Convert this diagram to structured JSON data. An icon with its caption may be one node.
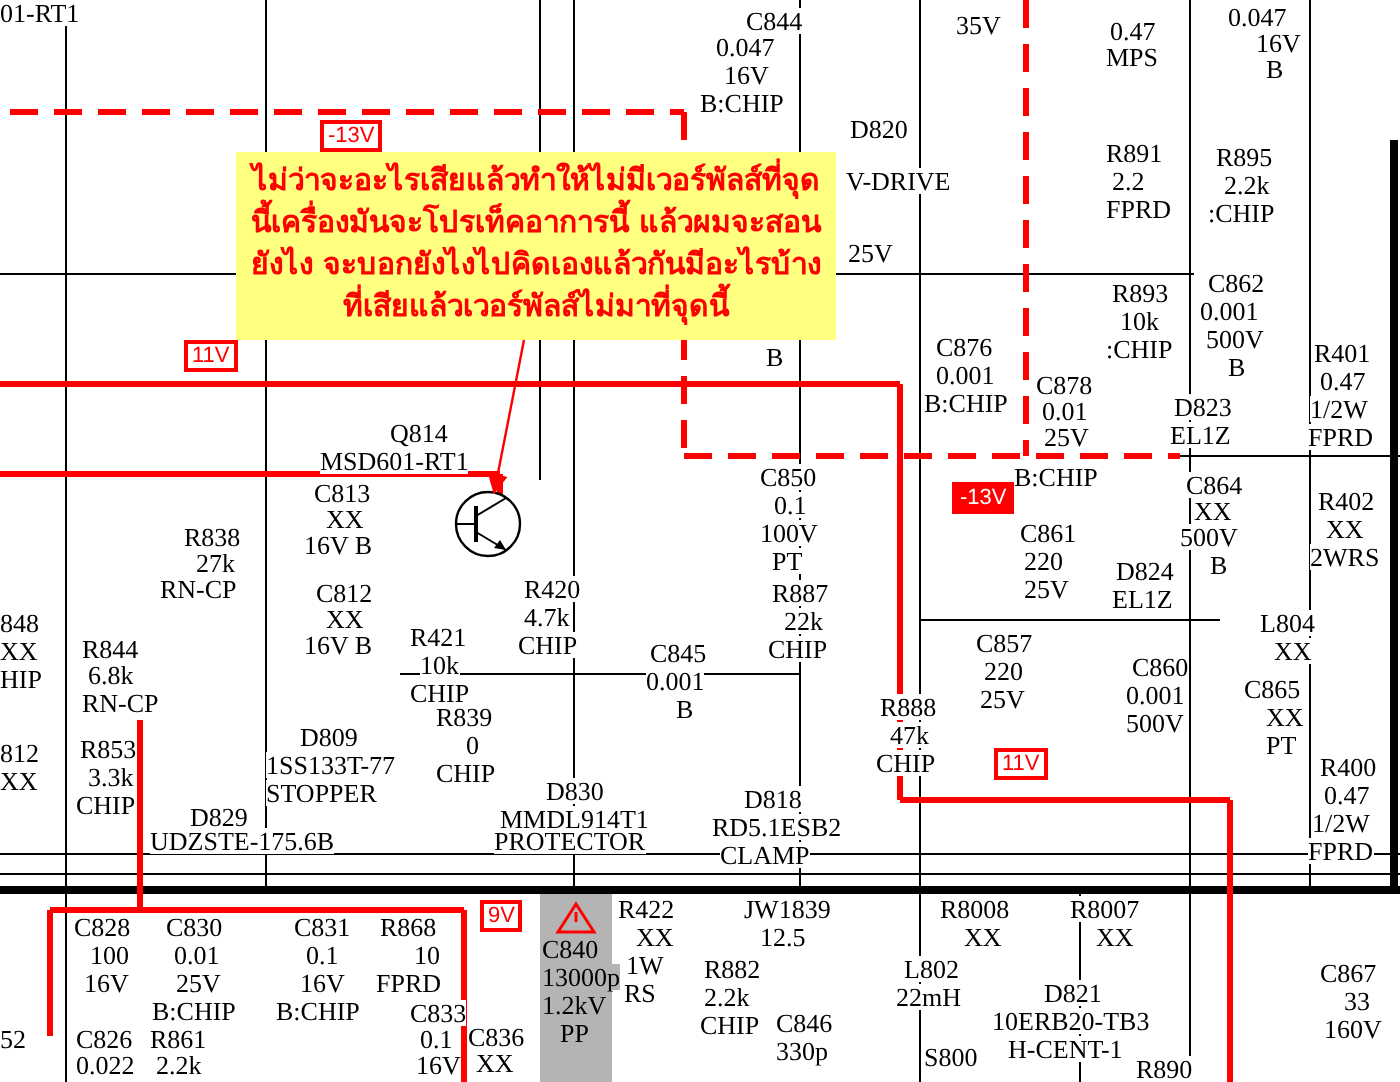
{
  "diagram": {
    "nodes": [
      {
        "text": [
          "ไม่ว่าจะอะไรเสียแล้วทำให้ไม่มีเวอร์พัลส์ที่จุดนี้เครื่องมันจะโปรเท็คอาการนี้ แล้วผมจะสอนยังไง จะบอกยังไงไปคิดเองแล้วกันมีอะไรบ้างที่เสียแล้วเวอร์พัลส์ไม่มาที่จุดนี้"
        ]
      },
      {
        "text": [],
        "shape": "picture"
      }
    ],
    "edges": [
      {
        "from": 0,
        "to": 1,
        "arrow": "to"
      }
    ],
    "labels": [
      "01-RT1",
      "C844",
      "0.047",
      "16V",
      "B:CHIP",
      "35V",
      "0.47",
      "MPS",
      "0.047",
      "16V",
      "B",
      "-13V",
      "D820",
      "V-DRIVE",
      "R891",
      "2.2",
      "FPRD",
      "R895",
      "2.2k",
      ":CHIP",
      "25V",
      "B",
      "R893",
      "10k",
      ":CHIP",
      "C862",
      "0.001",
      "500V",
      "B",
      "C876",
      "0.001",
      "B:CHIP",
      "C878",
      "0.01",
      "25V",
      "R401",
      "0.47",
      "1/2W",
      "FPRD",
      "D823",
      "EL1Z",
      "11V",
      "Q814",
      "MSD601-RT1",
      "C850",
      "0.1",
      "100V",
      "PT",
      "-13V",
      "B:CHIP",
      "C864",
      "XX",
      "500V",
      "B",
      "R402",
      "XX",
      "2WRS",
      "C813",
      "XX",
      "16V B",
      "R838",
      "27k",
      "RN-CP",
      "C812",
      "XX",
      "16V B",
      "R420",
      "4.7k",
      "CHIP",
      "R887",
      "22k",
      "CHIP",
      "C861",
      "220",
      "25V",
      "D824",
      "EL1Z",
      "L804",
      "XX",
      "848",
      "XX",
      "HIP",
      "R844",
      "6.8k",
      "RN-CP",
      "R421",
      "10k",
      "CHIP",
      "C845",
      "0.001",
      "B",
      "C857",
      "220",
      "25V",
      "C860",
      "0.001",
      "500V",
      "C865",
      "XX",
      "PT",
      "R888",
      "47k",
      "CHIP",
      "R839",
      "0",
      "CHIP",
      "812",
      "XX",
      "R853",
      "3.3k",
      "CHIP",
      "D809",
      "1SS133T-77",
      "STOPPER",
      "11V",
      "R400",
      "0.47",
      "1/2W",
      "FPRD",
      "D829",
      "UDZSTE-175.6B",
      "D830",
      "MMDL914T1",
      "PROTECTOR",
      "D818",
      "RD5.1ESB2",
      "CLAMP",
      "R422",
      "XX",
      "1W",
      "RS",
      "JW1839",
      "12.5",
      "R8008",
      "XX",
      "R8007",
      "XX",
      "9V",
      "C828",
      "100",
      "16V",
      "C830",
      "0.01",
      "25V",
      "B:CHIP",
      "C831",
      "0.1",
      "16V",
      "B:CHIP",
      "R868",
      "10",
      "FPRD",
      "C840",
      "13000p",
      "1.2kV",
      "PP",
      "R882",
      "2.2k",
      "CHIP",
      "L802",
      "22mH",
      "C867",
      "33",
      "160V",
      "D821",
      "10ERB20-TB3",
      "H-CENT-1",
      "C833",
      "0.1",
      "16V",
      "C836",
      "XX",
      "C846",
      "330p",
      "S800",
      "R890",
      "52",
      "C826",
      "0.022",
      "R861",
      "2.2k"
    ]
  }
}
